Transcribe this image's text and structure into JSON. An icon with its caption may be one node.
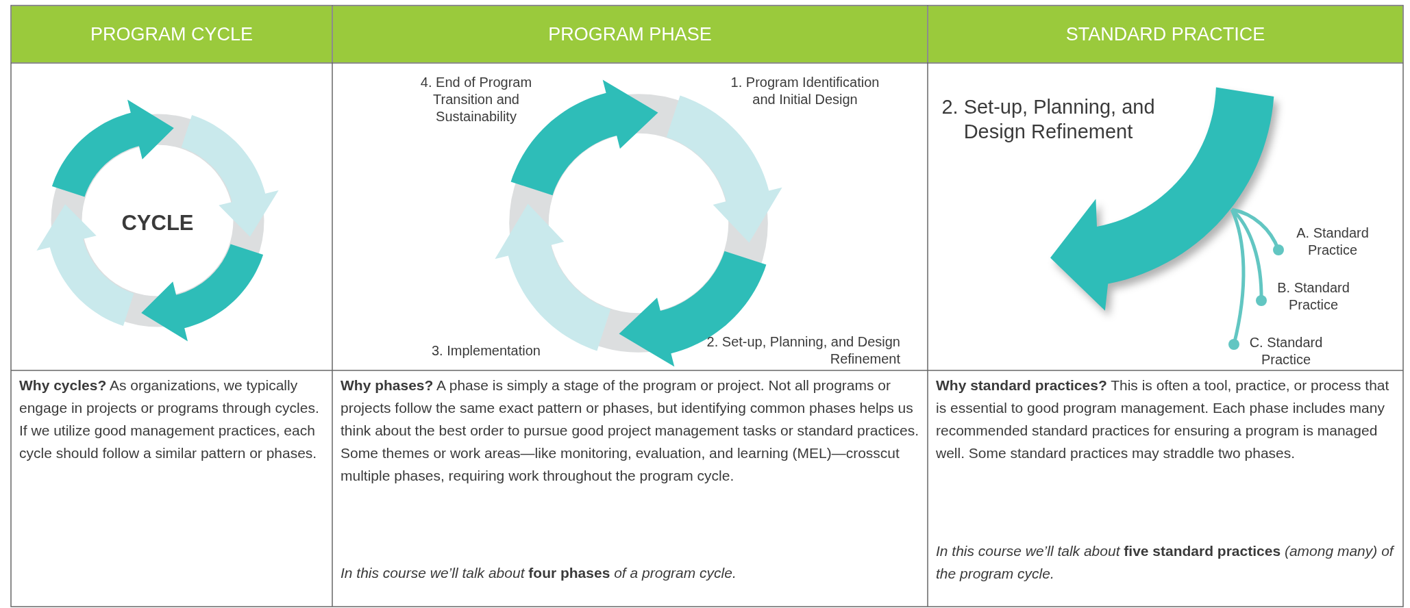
{
  "diagram": {
    "labels": [
      "PROGRAM CYCLE",
      "PROGRAM PHASE",
      "STANDARD PRACTICE",
      "CYCLE",
      "4. End of Program Transition and Sustainability",
      "1. Program Identification and Initial Design",
      "3. Implementation",
      "2. Set-up, Planning, and Design Refinement",
      "2. Set-up, Planning, and Design Refinement",
      "A. Standard Practice",
      "B. Standard Practice",
      "C. Standard Practice",
      "**Why cycles?** As organizations, we typically engage in projects or programs through cycles. If we utilize good management practices, each cycle should follow a similar pattern or phases.",
      "**Why phases?** A phase is simply a stage of the program or project. Not all programs or projects follow the same exact pattern or phases, but identifying common phases helps us think about the best order to pursue good project management tasks or standard practices. Some themes or work areas—like monitoring, evaluation, and learning (MEL)—crosscut multiple phases, requiring work throughout the program cycle.",
      "In this course we’ll talk about **four phases** of a program cycle.",
      "**Why standard practices?** This is often a tool, practice, or process that is essential to good program management. Each phase includes many recommended standard practices for ensuring a program is managed well. Some standard practices may straddle two phases.",
      "In this course we’ll talk about **five standard practices** (among many) of the program cycle."
    ]
  }
}
